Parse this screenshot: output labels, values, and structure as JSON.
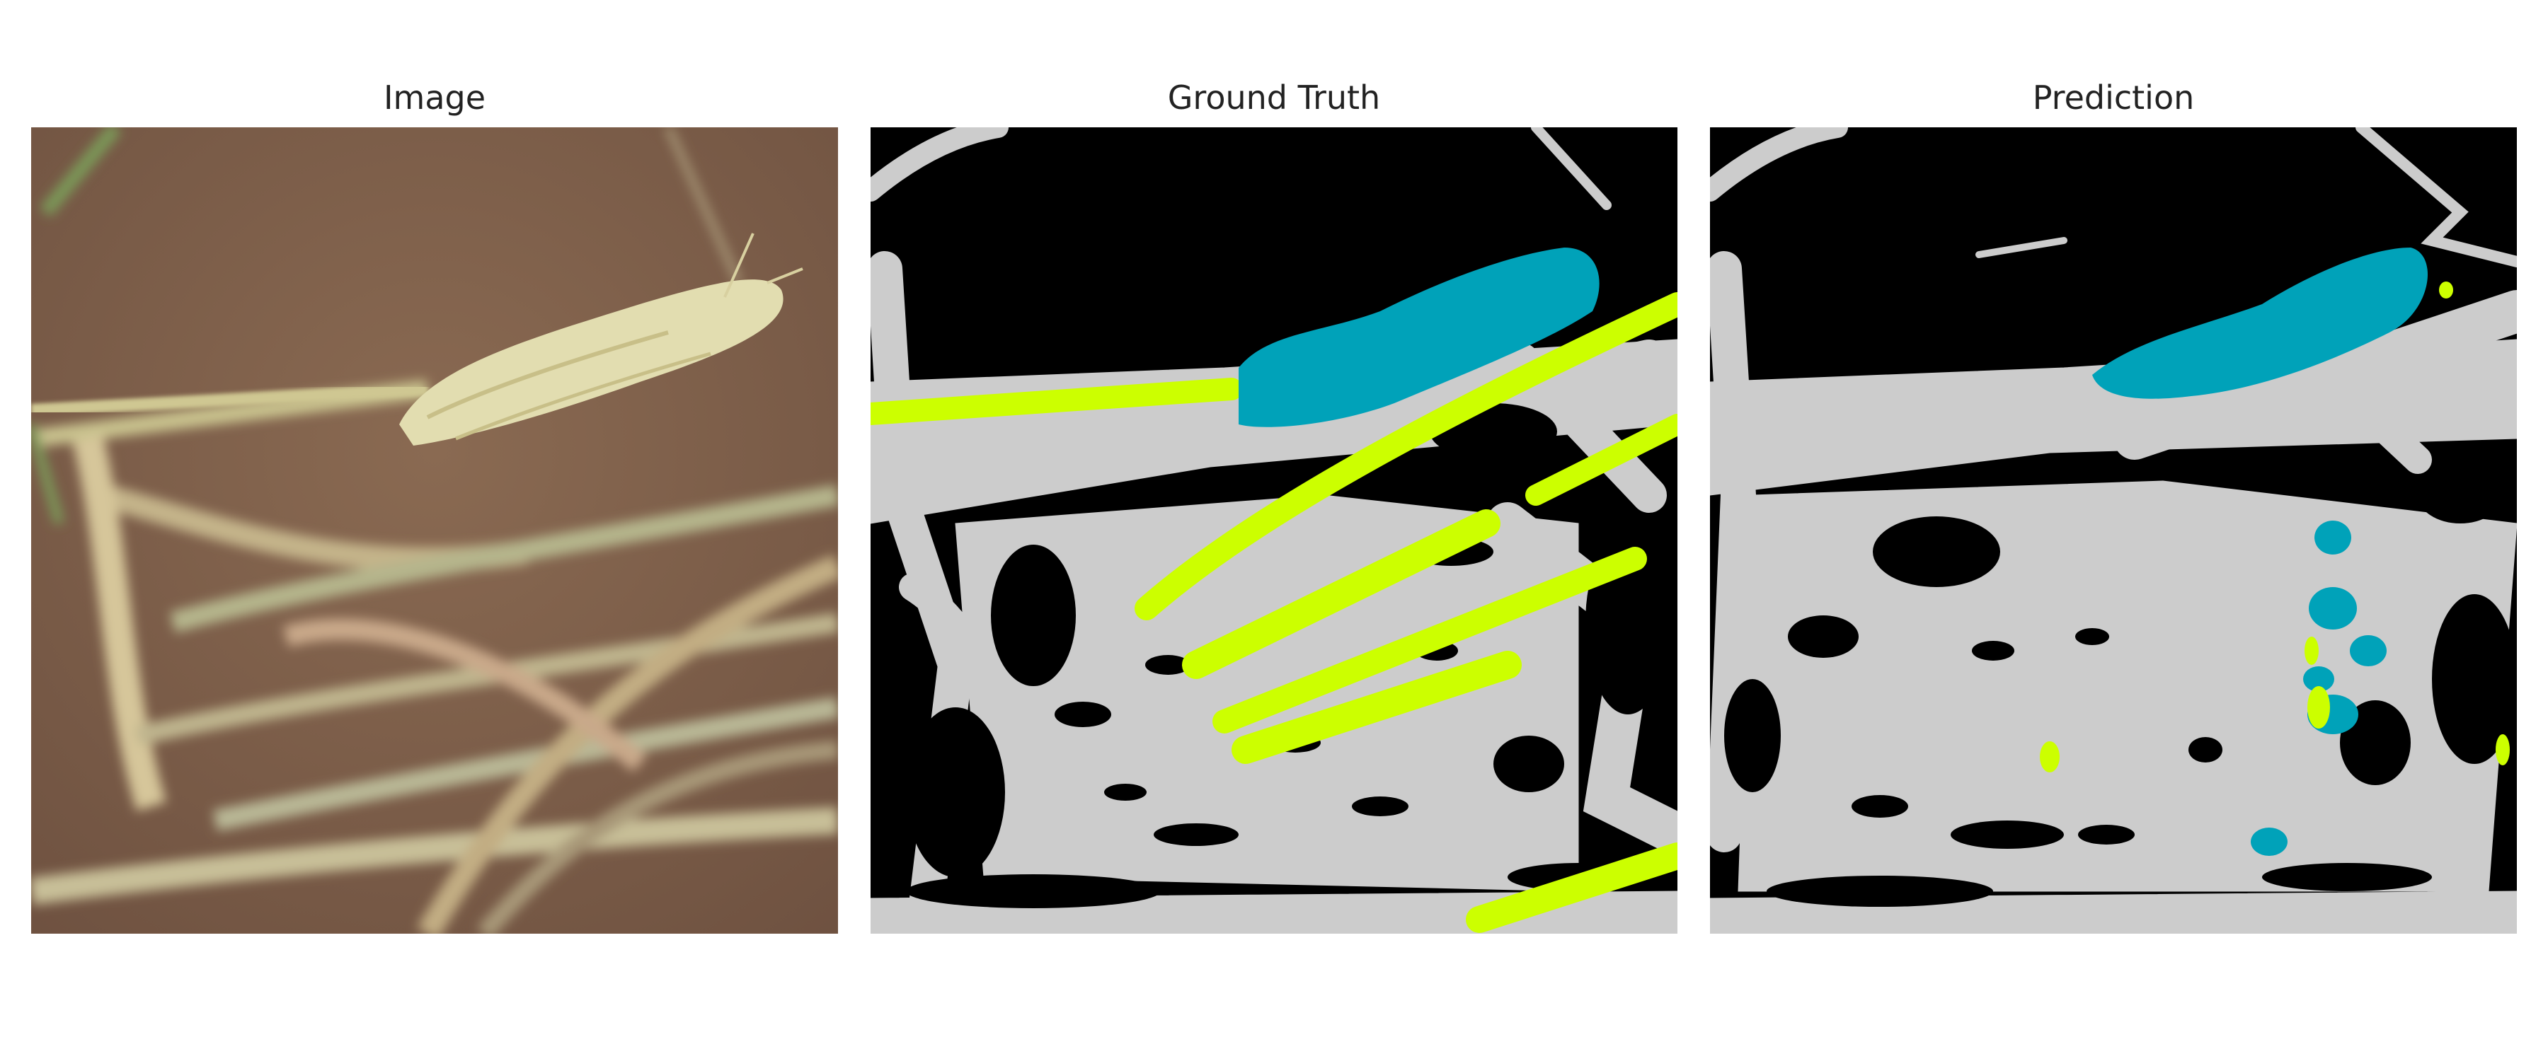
{
  "panels": [
    {
      "title": "Image"
    },
    {
      "title": "Ground Truth"
    },
    {
      "title": "Prediction"
    }
  ],
  "colors": {
    "background": "#000000",
    "class_gray": "#cccccc",
    "class_teal": "#00a2b9",
    "class_lime": "#ccff00",
    "soil_brown": "#7a5c48",
    "wheat_head": "#e2ddb0",
    "stem_green": "#b8b58a"
  }
}
